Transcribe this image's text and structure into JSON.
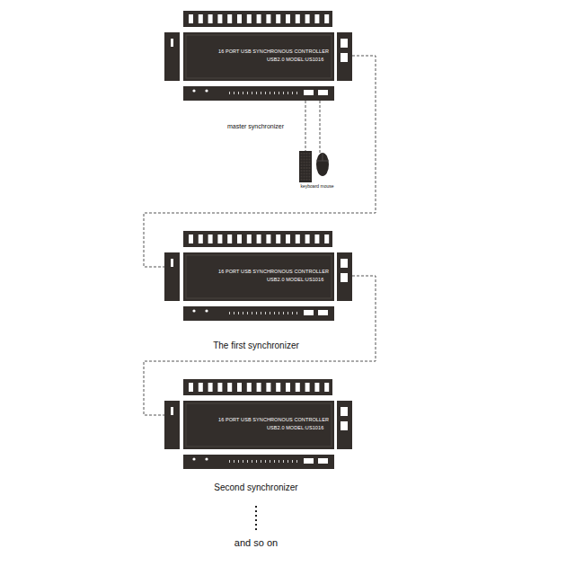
{
  "diagram": {
    "nodes": [
      {
        "text": [
          "16 PORT USB SYNCHRONOUS CONTROLLER",
          "USB2.0 MODEL:US1016"
        ]
      },
      {
        "text": [
          "keyboard mouse"
        ]
      },
      {
        "text": [
          "16 PORT USB SYNCHRONOUS CONTROLLER",
          "USB2.0 MODEL:US1016"
        ]
      },
      {
        "text": [
          "16 PORT USB SYNCHRONOUS CONTROLLER",
          "USB2.0 MODEL:US1016"
        ]
      }
    ],
    "edges": [
      {
        "from": 0,
        "to": 1,
        "arrow": "none"
      },
      {
        "from": 0,
        "to": 2,
        "arrow": "none"
      },
      {
        "from": 2,
        "to": 3,
        "arrow": "none"
      }
    ],
    "labels": [
      "master synchronizer",
      "The first synchronizer",
      "Second synchronizer",
      "and so on"
    ]
  }
}
